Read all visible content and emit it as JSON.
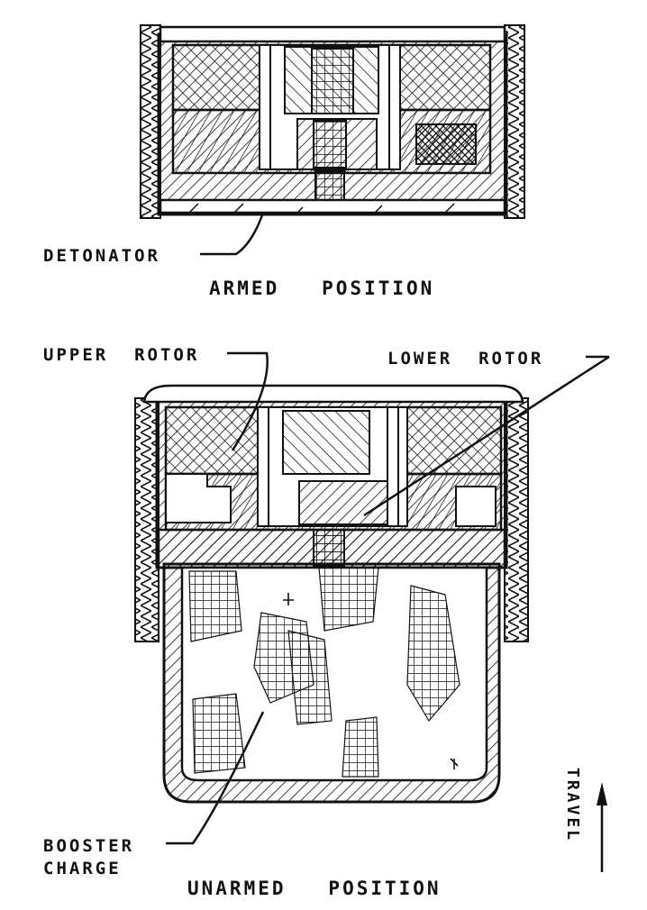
{
  "labels": {
    "detonator": "DETONATOR",
    "armed_position": "ARMED   POSITION",
    "upper_rotor": "UPPER  ROTOR",
    "lower_rotor": "LOWER  ROTOR",
    "booster_line1": "BOOSTER",
    "booster_line2": "CHARGE",
    "unarmed_position": "UNARMED   POSITION",
    "travel": "TRAVEL"
  },
  "colors": {
    "ink": "#111111",
    "paper": "#ffffff"
  }
}
